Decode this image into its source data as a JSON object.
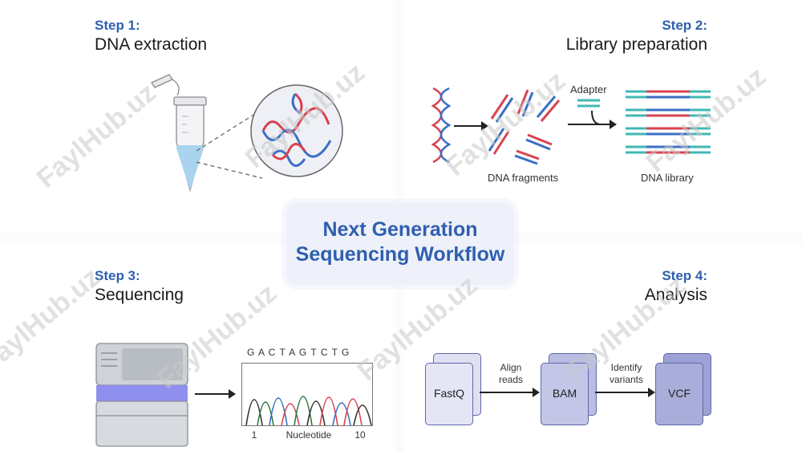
{
  "center": {
    "title_line1": "Next Generation",
    "title_line2": "Sequencing Workflow"
  },
  "step1": {
    "label": "Step 1:",
    "title": "DNA extraction"
  },
  "step2": {
    "label": "Step 2:",
    "title": "Library preparation",
    "adapter": "Adapter",
    "fragments": "DNA fragments",
    "library": "DNA library"
  },
  "step3": {
    "label": "Step 3:",
    "title": "Sequencing",
    "sequence": "G A C T A G T C T G",
    "axis_start": "1",
    "axis_label": "Nucleotide",
    "axis_end": "10"
  },
  "step4": {
    "label": "Step 4:",
    "title": "Analysis",
    "file1": "FastQ",
    "file2": "BAM",
    "file3": "VCF",
    "arrow1_line1": "Align",
    "arrow1_line2": "reads",
    "arrow2_line1": "Identify",
    "arrow2_line2": "variants"
  },
  "watermark": "FaylHub.uz",
  "colors": {
    "accent": "#2f5fae",
    "dna_red": "#d9424f",
    "dna_blue": "#3a6fc4",
    "adapter_teal": "#3fb8b4",
    "file_fill": "#c8cbe8",
    "sequencer_glow": "#8f8ff0"
  }
}
